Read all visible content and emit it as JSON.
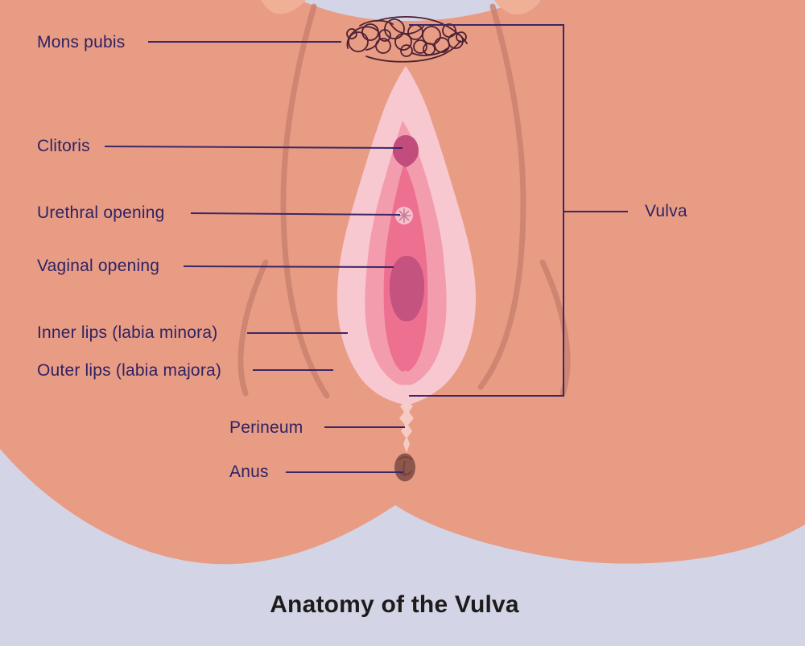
{
  "title": "Anatomy of the Vulva",
  "labels": {
    "mons_pubis": "Mons pubis",
    "clitoris": "Clitoris",
    "urethral_opening": "Urethral opening",
    "vaginal_opening": "Vaginal opening",
    "inner_lips": "Inner lips (labia minora)",
    "outer_lips": "Outer lips (labia majora)",
    "perineum": "Perineum",
    "anus": "Anus",
    "vulva": "Vulva"
  },
  "colors": {
    "background": "#d3d5e6",
    "skin": "#e99c84",
    "skin_light": "#f0af97",
    "skin_crease": "#c8806e",
    "labia_majora_pink": "#f8c8d1",
    "labia_minora_pink": "#f39cae",
    "vestibule_pink": "#ee7090",
    "clitoris": "#c24c7c",
    "vaginal_opening": "#c5537f",
    "urethra_circle": "#f4c2cc",
    "urethra_rays": "#c87e9b",
    "perineum": "#f5cdc7",
    "anus": "#8e574e",
    "anus_detail": "#6b3d37",
    "pubic_hair": "#4e2133",
    "callout_line": "#3b2766",
    "label_text": "#2d2263",
    "title_text": "#1d1c1b"
  }
}
